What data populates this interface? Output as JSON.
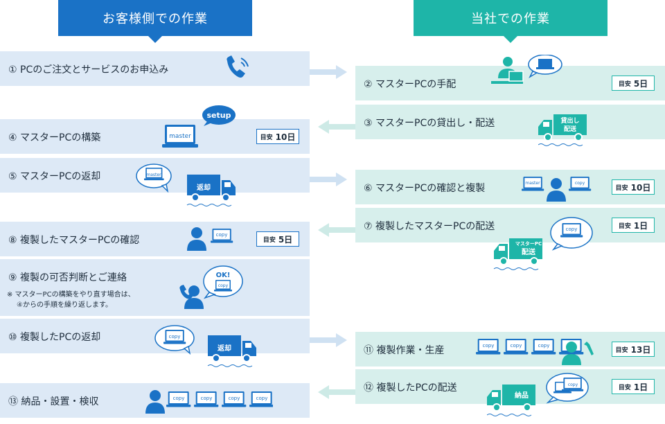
{
  "headers": {
    "left": "お客様側での作業",
    "right": "当社での作業"
  },
  "steps": {
    "s1": {
      "label": "① PCのご注文とサービスのお申込み"
    },
    "s2": {
      "label": "② マスターPCの手配",
      "badge_prefix": "目安",
      "badge_value": "5日"
    },
    "s3": {
      "label": "③ マスターPCの貸出し・配送"
    },
    "s4": {
      "label": "④ マスターPCの構築",
      "badge_prefix": "目安",
      "badge_value": "10日"
    },
    "s5": {
      "label": "⑤ マスターPCの返却"
    },
    "s6": {
      "label": "⑥ マスターPCの確認と複製",
      "badge_prefix": "目安",
      "badge_value": "10日"
    },
    "s7": {
      "label": "⑦ 複製したマスターPCの配送",
      "badge_prefix": "目安",
      "badge_value": "1日"
    },
    "s8": {
      "label": "⑧ 複製したマスターPCの確認",
      "badge_prefix": "目安",
      "badge_value": "5日"
    },
    "s9": {
      "label": "⑨ 複製の可否判断とご連絡",
      "note_line1": "※ マスターPCの構築をやり直す場合は、",
      "note_line2": "④からの手順を繰り返します。"
    },
    "s10": {
      "label": "⑩ 複製したPCの返却"
    },
    "s11": {
      "label": "⑪ 複製作業・生産",
      "badge_prefix": "目安",
      "badge_value": "13日"
    },
    "s12": {
      "label": "⑫ 複製したPCの配送",
      "badge_prefix": "目安",
      "badge_value": "1日"
    },
    "s13": {
      "label": "⑬ 納品・設置・検収"
    }
  },
  "icon_text": {
    "setup": "setup",
    "master": "master",
    "copy": "copy",
    "ok": "OK!",
    "truck_lend_1": "貸出し",
    "truck_lend_2": "配送",
    "truck_return": "返却",
    "truck_master_1": "マスターPC",
    "truck_master_2": "配送",
    "truck_deliver": "納品"
  },
  "colors": {
    "customer": "#1a72c6",
    "company": "#1eb5a8",
    "customer_row": "#dde9f6",
    "company_row": "#d7efec",
    "arrow": "#cfe1f2",
    "arrow_left": "#cdeae6"
  }
}
